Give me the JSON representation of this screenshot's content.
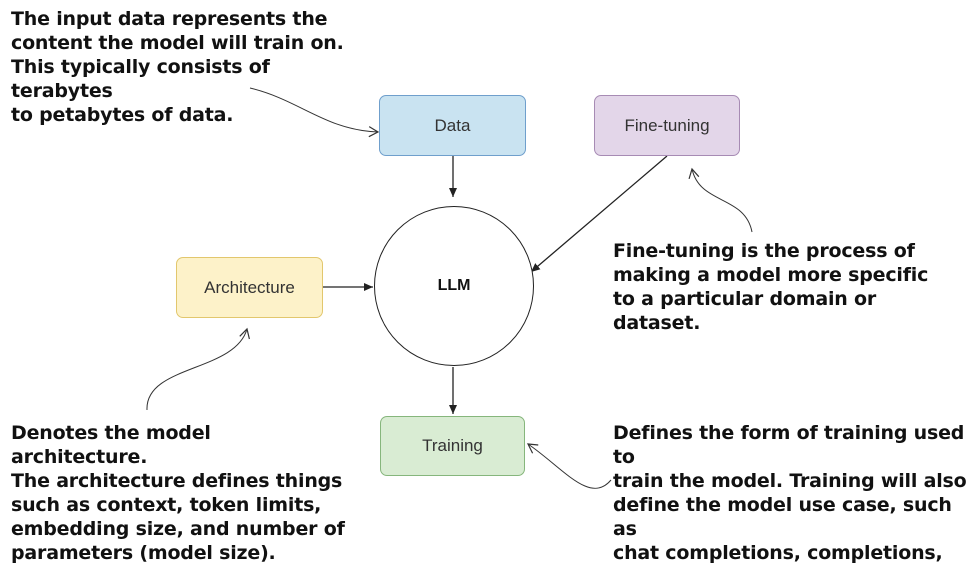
{
  "nodes": {
    "data": {
      "label": "Data",
      "fill": "#c9e3f1",
      "stroke": "#6f9fcc"
    },
    "fine_tuning": {
      "label": "Fine-tuning",
      "fill": "#e3d6e9",
      "stroke": "#a78bb4"
    },
    "architecture": {
      "label": "Architecture",
      "fill": "#fdf2c9",
      "stroke": "#e2c76d"
    },
    "training": {
      "label": "Training",
      "fill": "#d9ecd3",
      "stroke": "#86b67c"
    },
    "llm": {
      "label": "LLM"
    }
  },
  "annotations": {
    "data": "The input data represents the\ncontent the model will train on.\nThis typically consists of terabytes\nto petabytes of data.",
    "fine_tuning": "Fine-tuning is the process of\nmaking a model more specific\nto a particular domain or dataset.",
    "architecture": "Denotes the model architecture.\nThe architecture defines things\nsuch as context, token limits,\nembedding size, and number of\nparameters (model size).",
    "training": "Defines the form of training used to\ntrain the model. Training will also\ndefine the model use case, such as\nchat completions, completions,\ninstruct, or question/answer."
  }
}
